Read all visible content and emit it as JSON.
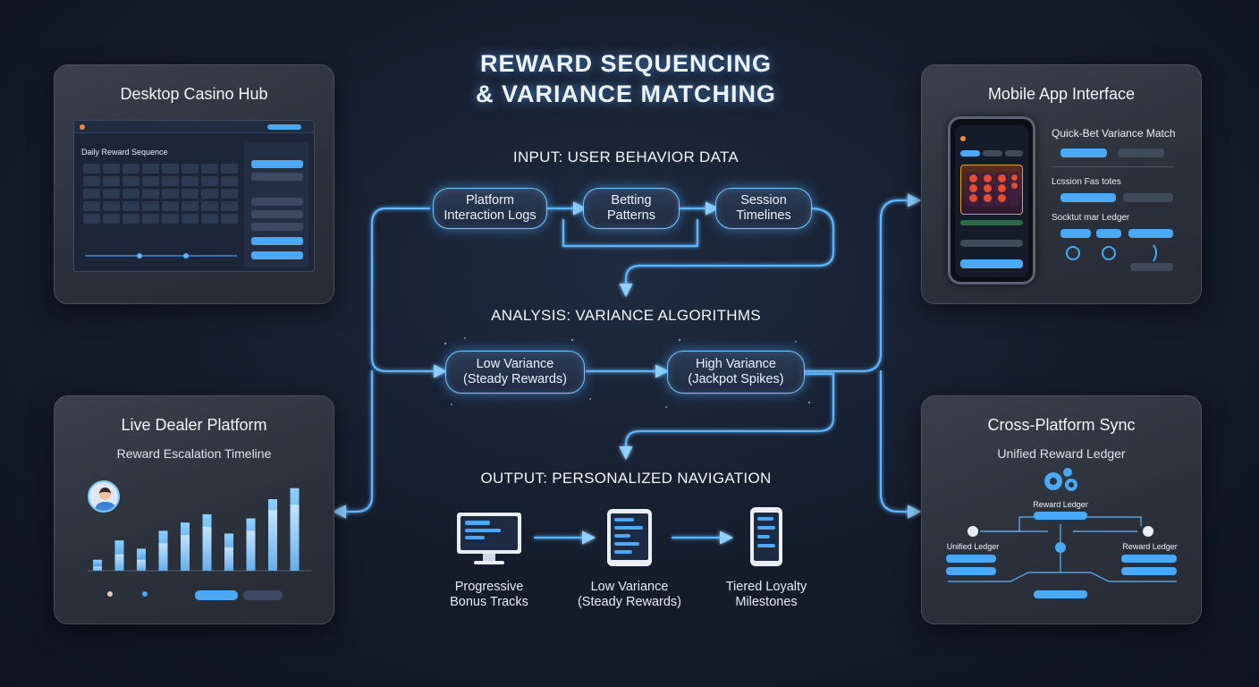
{
  "title": {
    "line1": "REWARD SEQUENCING",
    "line2": "& VARIANCE MATCHING"
  },
  "sections": {
    "input": "INPUT: USER BEHAVIOR DATA",
    "analysis": "ANALYSIS: VARIANCE ALGORITHMS",
    "output": "OUTPUT: PERSONALIZED NAVIGATION"
  },
  "input_nodes": [
    {
      "line1": "Platform",
      "line2": "Interaction Logs"
    },
    {
      "line1": "Betting",
      "line2": "Patterns"
    },
    {
      "line1": "Session",
      "line2": "Timelines"
    }
  ],
  "analysis_nodes": [
    {
      "line1": "Low Variance",
      "line2": "(Steady Rewards)"
    },
    {
      "line1": "High Variance",
      "line2": "(Jackpot Spikes)"
    }
  ],
  "output_nodes": [
    {
      "line1": "Progressive",
      "line2": "Bonus Tracks",
      "icon": "monitor-icon"
    },
    {
      "line1": "Low Variance",
      "line2": "(Steady Rewards)",
      "icon": "tablet-icon"
    },
    {
      "line1": "Tiered Loyalty",
      "line2": "Milestones",
      "icon": "phone-icon"
    }
  ],
  "desktop": {
    "title": "Desktop Casino Hub",
    "screen_title": "Daily Reward Sequence"
  },
  "live": {
    "title": "Live Dealer Platform",
    "subtitle": "Reward Escalation Timeline",
    "chart_data": {
      "type": "bar",
      "values_a": [
        8,
        22,
        16,
        29,
        35,
        41,
        27,
        38,
        52,
        60
      ],
      "values_b": [
        3,
        12,
        8,
        20,
        26,
        32,
        17,
        29,
        44,
        48
      ],
      "ylim": [
        0,
        65
      ]
    }
  },
  "mobile": {
    "title": "Mobile App Interface",
    "labels": [
      "Quick-Bet Variance Match",
      "Lcssion Fas totes",
      "Socktut mar Ledger"
    ]
  },
  "sync": {
    "title": "Cross-Platform Sync",
    "subtitle": "Unified Reward Ledger",
    "ledger_top": "Reward Ledger",
    "ledger_left": "Unified Ledger",
    "ledger_right": "Reward Ledger"
  },
  "colors": {
    "accent": "#4aa8f5",
    "glow": "#7cc6ff",
    "wire": "#5fb6ff"
  }
}
